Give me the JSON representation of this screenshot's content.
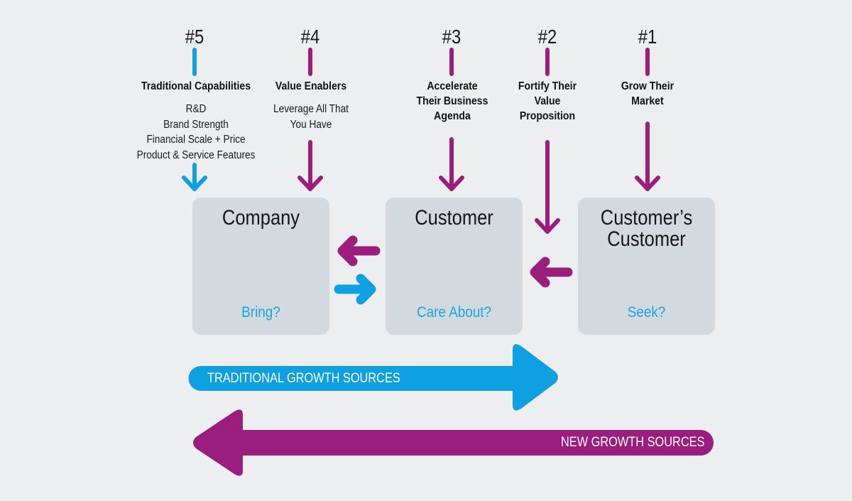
{
  "colors": {
    "background": "#eceef0",
    "blue": "#0fa0e2",
    "purple": "#9b1d7d",
    "box": "#d2dae0",
    "question": "#1aa3e0"
  },
  "columns": [
    {
      "number": "#5",
      "heading": "Traditional Capabilities",
      "details": [
        "R&D",
        "Brand Strength",
        "Financial Scale + Price",
        "Product & Service Features"
      ]
    },
    {
      "number": "#4",
      "heading": "Value Enablers",
      "details": [
        "Leverage All That",
        "You Have"
      ]
    },
    {
      "number": "#3",
      "heading": [
        "Accelerate",
        "Their Business",
        "Agenda"
      ]
    },
    {
      "number": "#2",
      "heading": [
        "Fortify Their",
        "Value",
        "Proposition"
      ]
    },
    {
      "number": "#1",
      "heading": [
        "Grow Their",
        "Market"
      ]
    }
  ],
  "boxes": [
    {
      "title": [
        "Company"
      ],
      "question": "Bring?"
    },
    {
      "title": [
        "Customer"
      ],
      "question": "Care About?"
    },
    {
      "title": [
        "Customer’s",
        "Customer"
      ],
      "question": "Seek?"
    }
  ],
  "bands": {
    "traditional": "TRADITIONAL GROWTH SOURCES",
    "new": "NEW GROWTH SOURCES"
  }
}
